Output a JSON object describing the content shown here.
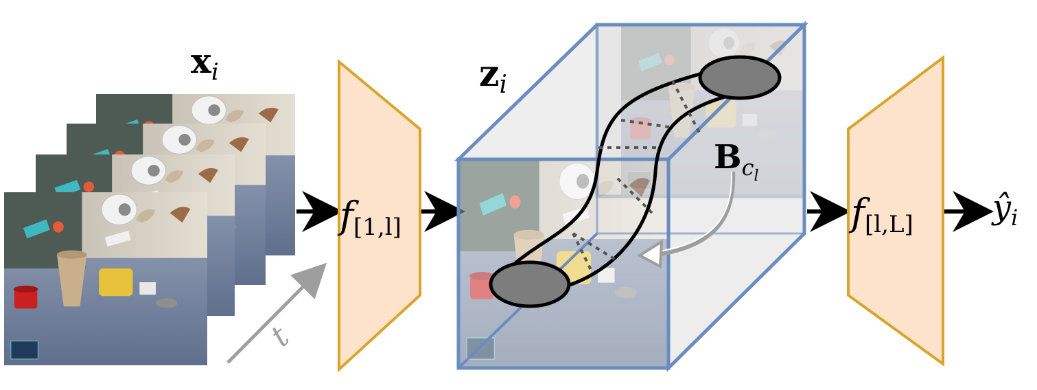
{
  "labels": {
    "input": {
      "base": "x",
      "sub": "i"
    },
    "latent": {
      "base": "z",
      "sub": "i"
    },
    "encoder": {
      "base": "f",
      "sub": "[1,l]"
    },
    "decoder": {
      "base": "f",
      "sub": "[l,L]"
    },
    "output": {
      "base": "ŷ",
      "sub": "i"
    },
    "basis": {
      "base": "B",
      "sub": "c",
      "subsub": "l"
    },
    "time": "t"
  },
  "colors": {
    "trapezoid_fill": "#fde3cc",
    "trapezoid_stroke": "#d9a42c",
    "cube_stroke": "#6a8cbf",
    "cube_face": "#e8e8e8",
    "blob_fill": "#7d7d7d",
    "time_arrow": "#9e9e9e",
    "floor": "#7f8ea6",
    "wall": "#d9d3c7",
    "panel": "#4f5d56"
  },
  "frames_count": 4
}
